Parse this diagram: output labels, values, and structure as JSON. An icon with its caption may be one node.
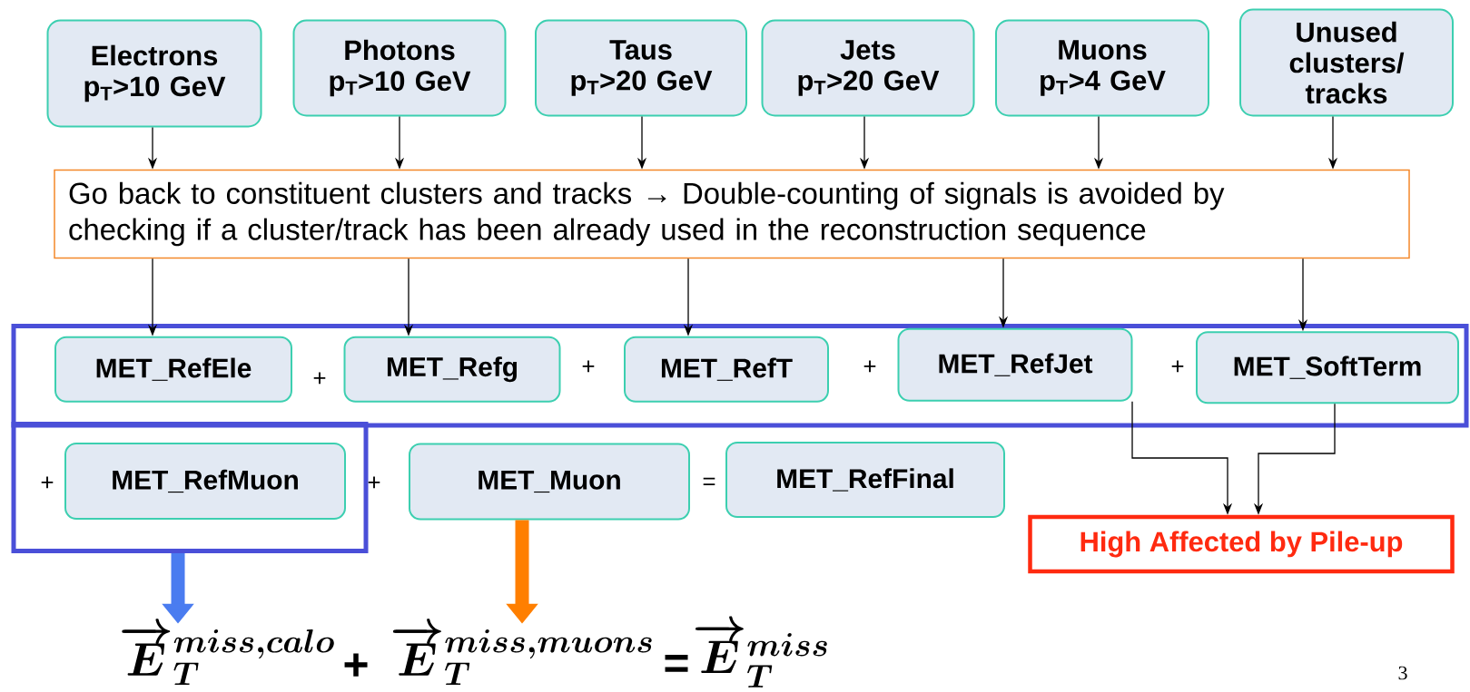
{
  "diagram": {
    "nodes": [
      {
        "text": [
          "Electrons",
          "p$_{T}$>10 GeV"
        ]
      },
      {
        "text": [
          "Photons",
          "p$_{T}$>10 GeV"
        ]
      },
      {
        "text": [
          "Taus",
          "p$_{T}$>20 GeV"
        ]
      },
      {
        "text": [
          "Jets",
          "p$_{T}$>20 GeV"
        ]
      },
      {
        "text": [
          "Muons",
          "p$_{T}$>4 GeV"
        ]
      },
      {
        "text": [
          "Unused clusters/ tracks"
        ]
      },
      {
        "text": [
          "Go back to constituent clusters and tracks → Double-counting of signals is avoided by checking if a cluster/track has been already used in the reconstruction sequence"
        ]
      },
      {
        "text": [],
        "shape": "box"
      },
      {
        "text": [
          "MET_RefEle"
        ],
        "in": 7
      },
      {
        "text": [
          "MET_Refg"
        ],
        "in": 7
      },
      {
        "text": [
          "MET_RefT"
        ],
        "in": 7
      },
      {
        "text": [
          "MET_RefJet"
        ],
        "in": 7
      },
      {
        "text": [
          "MET_SoftTerm"
        ],
        "in": 7
      },
      {
        "text": [],
        "shape": "box"
      },
      {
        "text": [
          "MET_RefMuon"
        ],
        "in": 13
      },
      {
        "text": [
          "MET_Muon"
        ]
      },
      {
        "text": [
          "MET_RefFinal"
        ]
      },
      {
        "text": [
          "High Affected by Pile-up"
        ]
      },
      {
        "text": [
          "\\overrightarrow{E}_{T}^{miss,calo}"
        ]
      },
      {
        "text": [
          "\\overrightarrow{E}_{T}^{miss,muons}"
        ]
      },
      {
        "text": [
          "\\overrightarrow{E}_{T}^{miss}"
        ]
      }
    ],
    "edges": [
      {
        "from": 0,
        "to": 6,
        "arrow": "to"
      },
      {
        "from": 1,
        "to": 6,
        "arrow": "to"
      },
      {
        "from": 2,
        "to": 6,
        "arrow": "to"
      },
      {
        "from": 3,
        "to": 6,
        "arrow": "to"
      },
      {
        "from": 4,
        "to": 6,
        "arrow": "to"
      },
      {
        "from": 5,
        "to": 6,
        "arrow": "to"
      },
      {
        "from": 6,
        "to": 8,
        "arrow": "to"
      },
      {
        "from": 6,
        "to": 9,
        "arrow": "to"
      },
      {
        "from": 6,
        "to": 10,
        "arrow": "to"
      },
      {
        "from": 6,
        "to": 11,
        "arrow": "to"
      },
      {
        "from": 6,
        "to": 12,
        "arrow": "to"
      },
      {
        "from": 11,
        "to": 17,
        "arrow": "to"
      },
      {
        "from": 12,
        "to": 17,
        "arrow": "to"
      },
      {
        "from": 13,
        "to": 18,
        "arrow": "to",
        "style": "thick",
        "color": "#4a7cf0"
      },
      {
        "from": 15,
        "to": 19,
        "arrow": "to",
        "style": "thick",
        "color": "#ff7f00"
      }
    ],
    "labels": [
      "+",
      "+",
      "+",
      "+",
      "+",
      "+",
      "=",
      "+",
      "=",
      "3"
    ]
  }
}
